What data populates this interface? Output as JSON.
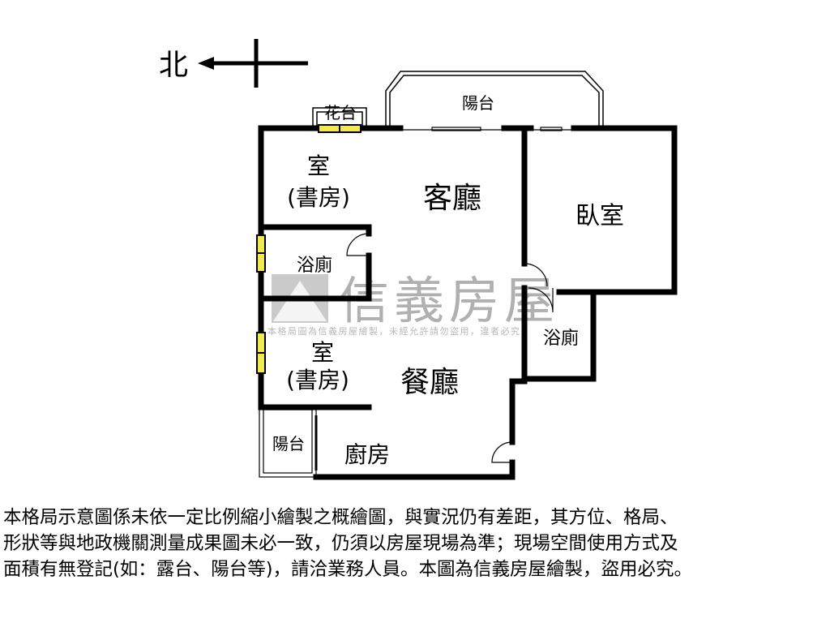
{
  "compass": {
    "north_label": "北"
  },
  "rooms": {
    "study1_a": "室",
    "study1_b": "(書房)",
    "living": "客廳",
    "bedroom": "臥室",
    "bath1": "浴廁",
    "study2_a": "室",
    "study2_b": "(書房)",
    "dining": "餐廳",
    "bath2": "浴廁",
    "balcony_small": "陽台",
    "kitchen": "廚房",
    "balcony_top": "陽台",
    "planter": "花台"
  },
  "watermark": {
    "brand": "信義房屋",
    "notice": "本格局圖為信義房屋繪製，未經允許請勿盜用，違者必究"
  },
  "disclaimer": [
    "本格局示意圖係未依一定比例縮小繪製之概繪圖，與實況仍有差距，其方位、格局、",
    "形狀等與地政機關測量成果圖未必一致，仍須以房屋現場為準；現場空間使用方式及",
    "面積有無登記(如：露台、陽台等)，請洽業務人員。本圖為信義房屋繪製，盜用必究。"
  ],
  "colors": {
    "wall": "#000000",
    "window": "#f2e94e",
    "watermark": "#b0b0b0"
  }
}
